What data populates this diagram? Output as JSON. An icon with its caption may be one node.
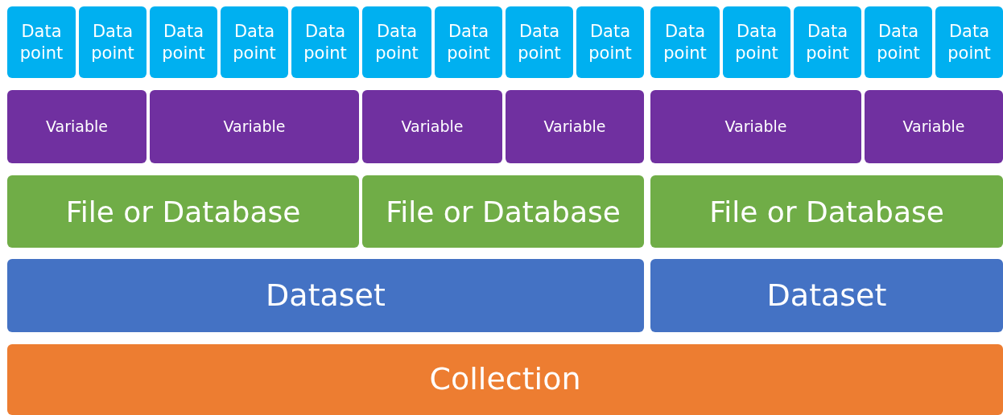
{
  "diagram": {
    "nodes": [
      {
        "text": [
          "Data point"
        ]
      },
      {
        "text": [
          "Data point"
        ]
      },
      {
        "text": [
          "Data point"
        ]
      },
      {
        "text": [
          "Data point"
        ]
      },
      {
        "text": [
          "Data point"
        ]
      },
      {
        "text": [
          "Data point"
        ]
      },
      {
        "text": [
          "Data point"
        ]
      },
      {
        "text": [
          "Data point"
        ]
      },
      {
        "text": [
          "Data point"
        ]
      },
      {
        "text": [
          "Data point"
        ]
      },
      {
        "text": [
          "Data point"
        ]
      },
      {
        "text": [
          "Data point"
        ]
      },
      {
        "text": [
          "Data point"
        ]
      },
      {
        "text": [
          "Data point"
        ]
      },
      {
        "text": [
          "Variable"
        ]
      },
      {
        "text": [
          "Variable"
        ]
      },
      {
        "text": [
          "Variable"
        ]
      },
      {
        "text": [
          "Variable"
        ]
      },
      {
        "text": [
          "Variable"
        ]
      },
      {
        "text": [
          "Variable"
        ]
      },
      {
        "text": [
          "File or Database"
        ]
      },
      {
        "text": [
          "File or Database"
        ]
      },
      {
        "text": [
          "File or Database"
        ]
      },
      {
        "text": [
          "Dataset"
        ]
      },
      {
        "text": [
          "Dataset"
        ]
      },
      {
        "text": [
          "Collection"
        ]
      }
    ]
  }
}
